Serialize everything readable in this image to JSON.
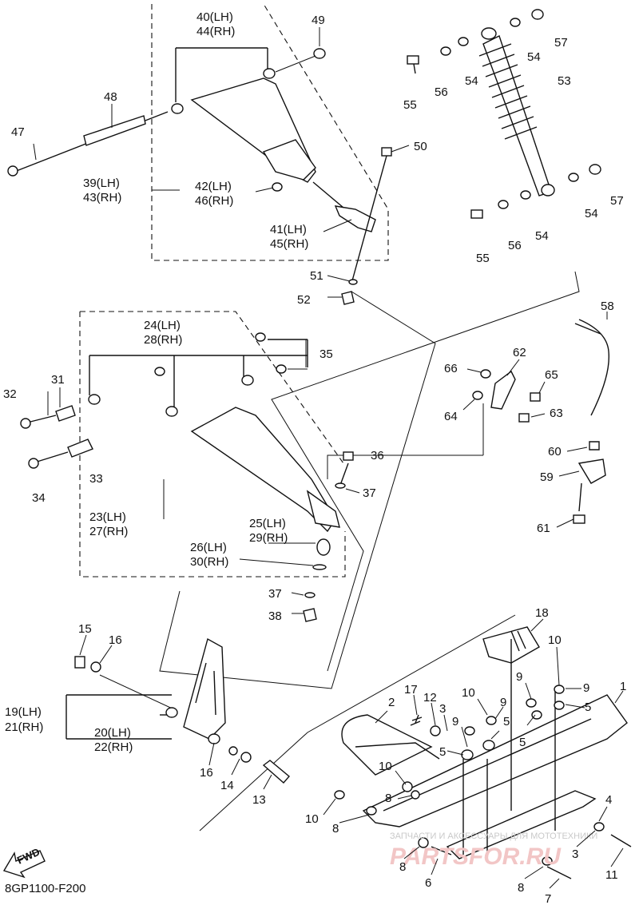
{
  "diagram_code": "8GP1100-F200",
  "fwd_label": "FWD",
  "watermark": {
    "tagline": "ЗАПЧАСТИ И АКСЕССУАРЫ ДЛЯ МОТОТЕХНИКИ",
    "brand": "PARTSFOR.RU"
  },
  "labels": [
    {
      "id": "l40",
      "text": "40(LH)"
    },
    {
      "id": "l44",
      "text": "44(RH)"
    },
    {
      "id": "l49",
      "text": "49"
    },
    {
      "id": "l48",
      "text": "48"
    },
    {
      "id": "l47",
      "text": "47"
    },
    {
      "id": "l39",
      "text": "39(LH)"
    },
    {
      "id": "l43",
      "text": "43(RH)"
    },
    {
      "id": "l42",
      "text": "42(LH)"
    },
    {
      "id": "l46",
      "text": "46(RH)"
    },
    {
      "id": "l41",
      "text": "41(LH)"
    },
    {
      "id": "l45",
      "text": "45(RH)"
    },
    {
      "id": "l50",
      "text": "50"
    },
    {
      "id": "l51",
      "text": "51"
    },
    {
      "id": "l52",
      "text": "52"
    },
    {
      "id": "l57a",
      "text": "57"
    },
    {
      "id": "l54a",
      "text": "54"
    },
    {
      "id": "l54b",
      "text": "54"
    },
    {
      "id": "l56a",
      "text": "56"
    },
    {
      "id": "l55a",
      "text": "55"
    },
    {
      "id": "l53",
      "text": "53"
    },
    {
      "id": "l57b",
      "text": "57"
    },
    {
      "id": "l54c",
      "text": "54"
    },
    {
      "id": "l54d",
      "text": "54"
    },
    {
      "id": "l56b",
      "text": "56"
    },
    {
      "id": "l55b",
      "text": "55"
    },
    {
      "id": "l24",
      "text": "24(LH)"
    },
    {
      "id": "l28",
      "text": "28(RH)"
    },
    {
      "id": "l35",
      "text": "35"
    },
    {
      "id": "l31",
      "text": "31"
    },
    {
      "id": "l32",
      "text": "32"
    },
    {
      "id": "l33",
      "text": "33"
    },
    {
      "id": "l34",
      "text": "34"
    },
    {
      "id": "l36",
      "text": "36"
    },
    {
      "id": "l37a",
      "text": "37"
    },
    {
      "id": "l23",
      "text": "23(LH)"
    },
    {
      "id": "l27",
      "text": "27(RH)"
    },
    {
      "id": "l25",
      "text": "25(LH)"
    },
    {
      "id": "l29",
      "text": "29(RH)"
    },
    {
      "id": "l26",
      "text": "26(LH)"
    },
    {
      "id": "l30",
      "text": "30(RH)"
    },
    {
      "id": "l37b",
      "text": "37"
    },
    {
      "id": "l38",
      "text": "38"
    },
    {
      "id": "l58",
      "text": "58"
    },
    {
      "id": "l62",
      "text": "62"
    },
    {
      "id": "l66",
      "text": "66"
    },
    {
      "id": "l65",
      "text": "65"
    },
    {
      "id": "l64",
      "text": "64"
    },
    {
      "id": "l63",
      "text": "63"
    },
    {
      "id": "l60",
      "text": "60"
    },
    {
      "id": "l59",
      "text": "59"
    },
    {
      "id": "l61",
      "text": "61"
    },
    {
      "id": "l15",
      "text": "15"
    },
    {
      "id": "l16a",
      "text": "16"
    },
    {
      "id": "l19",
      "text": "19(LH)"
    },
    {
      "id": "l21",
      "text": "21(RH)"
    },
    {
      "id": "l20",
      "text": "20(LH)"
    },
    {
      "id": "l22",
      "text": "22(RH)"
    },
    {
      "id": "l16b",
      "text": "16"
    },
    {
      "id": "l14",
      "text": "14"
    },
    {
      "id": "l13",
      "text": "13"
    },
    {
      "id": "l18",
      "text": "18"
    },
    {
      "id": "l10a",
      "text": "10"
    },
    {
      "id": "l9a",
      "text": "9"
    },
    {
      "id": "l9b",
      "text": "9"
    },
    {
      "id": "l1",
      "text": "1"
    },
    {
      "id": "l5a",
      "text": "5"
    },
    {
      "id": "l17",
      "text": "17"
    },
    {
      "id": "l12",
      "text": "12"
    },
    {
      "id": "l3a",
      "text": "3"
    },
    {
      "id": "l10b",
      "text": "10"
    },
    {
      "id": "l9c",
      "text": "9"
    },
    {
      "id": "l9d",
      "text": "9"
    },
    {
      "id": "l5b",
      "text": "5"
    },
    {
      "id": "l5c",
      "text": "5"
    },
    {
      "id": "l5d",
      "text": "5"
    },
    {
      "id": "l2",
      "text": "2"
    },
    {
      "id": "l10c",
      "text": "10"
    },
    {
      "id": "l8a",
      "text": "8"
    },
    {
      "id": "l10d",
      "text": "10"
    },
    {
      "id": "l8b",
      "text": "8"
    },
    {
      "id": "l4",
      "text": "4"
    },
    {
      "id": "l8c",
      "text": "8"
    },
    {
      "id": "l6",
      "text": "6"
    },
    {
      "id": "l3b",
      "text": "3"
    },
    {
      "id": "l11",
      "text": "11"
    },
    {
      "id": "l8d",
      "text": "8"
    },
    {
      "id": "l7",
      "text": "7"
    }
  ]
}
